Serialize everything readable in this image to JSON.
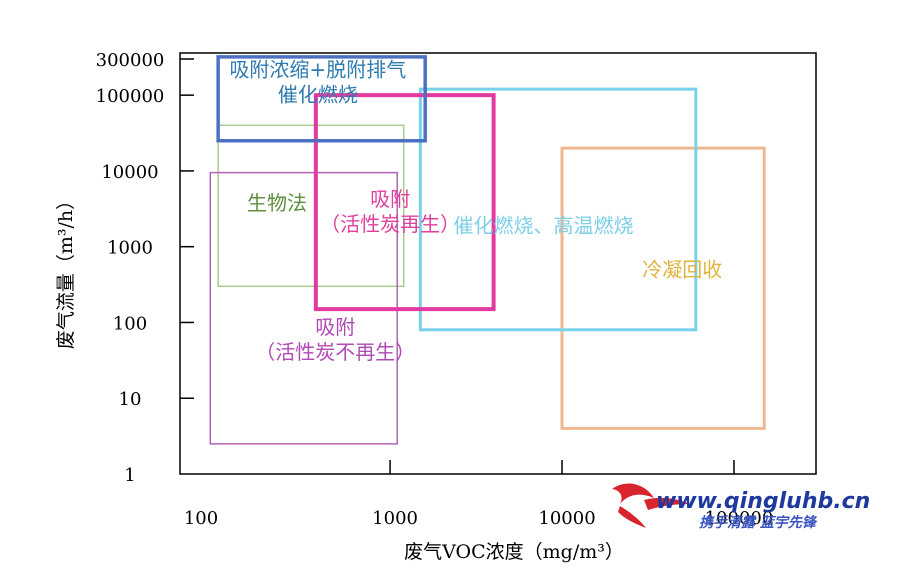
{
  "chart_data": {
    "type": "region-map",
    "xlabel": "废气VOC浓度（mg/m³）",
    "ylabel": "废气流量（m³/h）",
    "x_scale": "log",
    "y_scale": "log",
    "x_ticks": [
      100,
      1000,
      10000,
      100000
    ],
    "x_tick_labels": [
      "100",
      "1000",
      "10000",
      "100000"
    ],
    "y_ticks": [
      1,
      10,
      100,
      1000,
      10000,
      100000,
      300000
    ],
    "y_tick_labels": [
      "1",
      "10",
      "100",
      "1000",
      "10000",
      "100000",
      "300000"
    ],
    "xlim": [
      60,
      300000
    ],
    "ylim": [
      1,
      360000
    ],
    "grid": false,
    "regions": [
      {
        "id": "bio",
        "lines": [
          "生物法"
        ],
        "x": [
          100,
          1200
        ],
        "y": [
          300,
          40000
        ],
        "color": "#a6cd8f",
        "text_color": "#5e8f3c",
        "stroke_width": 1.5,
        "label_at": [
          220,
          3800
        ]
      },
      {
        "id": "adsorb-no-regen",
        "lines": [
          "吸附",
          "（活性炭不再生）"
        ],
        "x": [
          90,
          1100
        ],
        "y": [
          2.5,
          9500
        ],
        "color": "#b063b7",
        "text_color": "#b04ab5",
        "stroke_width": 1.5,
        "label_at": [
          480,
          60
        ]
      },
      {
        "id": "cool",
        "lines": [
          "冷凝回收"
        ],
        "x": [
          10000,
          150000
        ],
        "y": [
          4,
          20000
        ],
        "color": "#eeb891",
        "text_color": "#e0b43a",
        "stroke_width": 3,
        "label_at": [
          50000,
          500
        ]
      },
      {
        "id": "catalytic",
        "lines": [
          "催化燃烧、高温燃烧"
        ],
        "x": [
          1500,
          60000
        ],
        "y": [
          80,
          120000
        ],
        "color": "#79d1ea",
        "text_color": "#7dcfe6",
        "stroke_width": 3,
        "label_at": [
          7800,
          1900
        ]
      },
      {
        "id": "adsorb-regen",
        "lines": [
          "吸附",
          "（活性炭再生）"
        ],
        "x": [
          370,
          4000
        ],
        "y": [
          150,
          100000
        ],
        "color": "#e33aa1",
        "text_color": "#e0409e",
        "stroke_width": 4,
        "label_at": [
          1000,
          2900
        ]
      },
      {
        "id": "conc",
        "lines": [
          "吸附浓缩+脱附排气",
          "催化燃烧"
        ],
        "x": [
          100,
          1600
        ],
        "y": [
          25000,
          320000
        ],
        "color": "#4d70c2",
        "text_color": "#2e7bb0",
        "stroke_width": 3.5,
        "label_at": [
          380,
          150000
        ]
      }
    ]
  },
  "watermark": {
    "url": "www.qingluhb.cn",
    "slogan": "携手清露 蓝宇先锋",
    "url_color": "#1e3a9e",
    "slogan_color": "#3a55c0",
    "logo_color": "#d8242c"
  }
}
